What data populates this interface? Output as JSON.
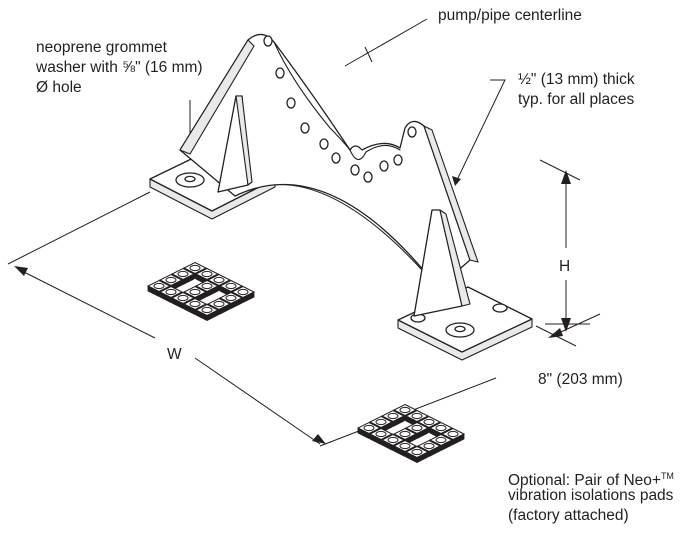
{
  "labels": {
    "centerline": "pump/pipe centerline",
    "grommet_line1": "neoprene grommet",
    "grommet_line2": "washer with ⅝\" (16 mm)",
    "grommet_line3": "Ø hole",
    "thick_line1": "½\" (13 mm) thick",
    "thick_line2": "typ. for all places",
    "height": "H",
    "width": "W",
    "depth": "8\" (203 mm)",
    "optional_line1": "Optional: Pair of Neo+",
    "optional_tm": "TM",
    "optional_line2": "vibration isolations pads",
    "optional_line3": "(factory attached)"
  },
  "colors": {
    "line": "#231f20",
    "background": "#ffffff",
    "shade": "#cfcfcf"
  }
}
